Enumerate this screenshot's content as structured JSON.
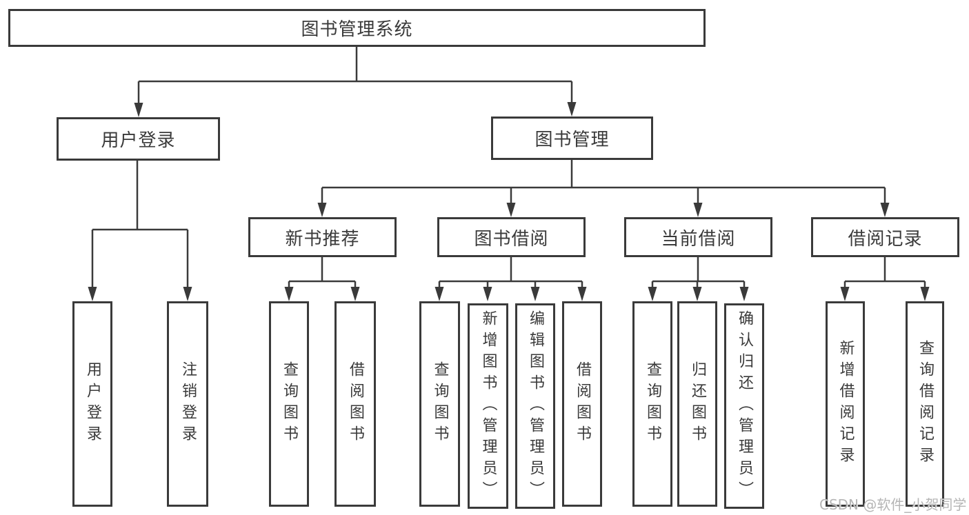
{
  "diagram": {
    "type": "hierarchy-tree",
    "root": {
      "label": "图书管理系统"
    },
    "level2": [
      {
        "label": "用户登录"
      },
      {
        "label": "图书管理"
      }
    ],
    "level3": [
      {
        "label": "新书推荐",
        "parent": "图书管理"
      },
      {
        "label": "图书借阅",
        "parent": "图书管理"
      },
      {
        "label": "当前借阅",
        "parent": "图书管理"
      },
      {
        "label": "借阅记录",
        "parent": "图书管理"
      }
    ],
    "leaves": [
      {
        "label": "用户登录",
        "parent": "用户登录"
      },
      {
        "label": "注销登录",
        "parent": "用户登录"
      },
      {
        "label": "查询图书",
        "parent": "新书推荐"
      },
      {
        "label": "借阅图书",
        "parent": "新书推荐"
      },
      {
        "label": "查询图书",
        "parent": "图书借阅"
      },
      {
        "label": "新增图书（管理员）",
        "parent": "图书借阅"
      },
      {
        "label": "编辑图书（管理员）",
        "parent": "图书借阅"
      },
      {
        "label": "借阅图书",
        "parent": "图书借阅"
      },
      {
        "label": "查询图书",
        "parent": "当前借阅"
      },
      {
        "label": "归还图书",
        "parent": "当前借阅"
      },
      {
        "label": "确认归还（管理员）",
        "parent": "当前借阅"
      },
      {
        "label": "新增借阅记录",
        "parent": "借阅记录"
      },
      {
        "label": "查询借阅记录",
        "parent": "借阅记录"
      }
    ]
  },
  "colors": {
    "line": "#3a3a3a",
    "box_border": "#3a3a3a",
    "text": "#3a3a3a",
    "watermark": "#b5b5b5",
    "background": "#ffffff"
  },
  "watermark": {
    "text": "CSDN @软件_小贺同学"
  }
}
